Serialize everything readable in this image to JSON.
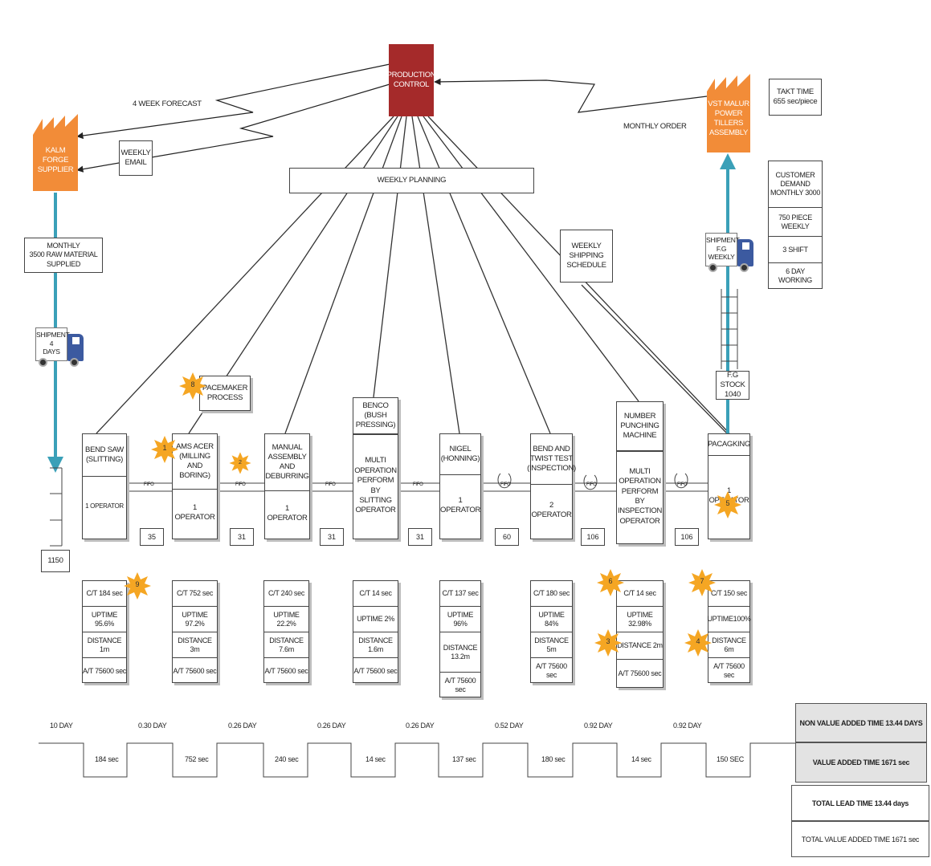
{
  "production_control": {
    "label": "PRODUCTION\nCONTROL",
    "color": "#a52a2a"
  },
  "supplier": {
    "label": "KALM FORGE\nSUPPLIER",
    "color": "#f28c38"
  },
  "customer": {
    "label": "VST MALUR\nPOWER TILLERS\nASSEMBLY",
    "color": "#f28c38"
  },
  "info_flows": {
    "forecast": "4 WEEK FORECAST",
    "weekly_email": "WEEKLY\nEMAIL",
    "monthly_order": "MONTHLY ORDER",
    "weekly_planning": "WEEKLY PLANNING",
    "weekly_shipping": "WEEKLY SHIPPING\nSCHEDULE"
  },
  "takt": {
    "label": "TAKT TIME\n655 sec/piece"
  },
  "customer_data": [
    "CUSTOMER DEMAND\nMONTHLY 3000",
    "750 PIECE WEEKLY",
    "3 SHIFT",
    "6 DAY WORKING"
  ],
  "raw_material": "MONTHLY\n3500 RAW MATERIAL SUPPLIED",
  "shipment_in": "SHIPMENT 4\nDAYS",
  "shipment_out": "SHIPMENT\nF.G WEEKLY",
  "fg_stock": "F.G STOCK\n1040",
  "raw_stock": "1150",
  "pacemaker": "PACEMAKER\nPROCESS",
  "processes": [
    {
      "head": "BEND SAW\n(SLITTING)",
      "body": "1 OPERATOR"
    },
    {
      "head": "AMS ACER\n(MILLING AND\nBORING)",
      "body": "1 OPERATOR"
    },
    {
      "head": "MANUAL\nASSEMBLY AND\nDEBURRING",
      "body": "1 OPERATOR"
    },
    {
      "top": "BENCO\n(BUSH PRESSING)",
      "head": "MULTI\nOPERATION\nPERFORM BY\nSLITTING\nOPERATOR",
      "body": ""
    },
    {
      "head": "NIGEL\n(HONNING)",
      "body": "1 OPERATOR"
    },
    {
      "head": "BEND AND\nTWIST TEST\n(INSPECTION)",
      "body": "2 OPERATOR"
    },
    {
      "top": "NUMBER PUNCHING\nMACHINE",
      "head": "MULTI OPERATION\nPERFORM BY\nINSPECTION\nOPERATOR",
      "body": ""
    },
    {
      "head": "PACAGKING",
      "body": "1 OPERATOR"
    }
  ],
  "flow_labels": [
    "FIFO",
    "FIFO",
    "FIFO",
    "FIFO",
    "FIFO",
    "FIFO",
    "FIFO"
  ],
  "inventories": [
    "35",
    "31",
    "31",
    "31",
    "60",
    "106",
    "106"
  ],
  "data_boxes": [
    [
      "C/T  184 sec",
      "UPTIME  95.6%",
      "DISTANCE 1m",
      "A/T 75600 sec"
    ],
    [
      "C/T  752 sec",
      "UPTIME 97.2%",
      "DISTANCE 3m",
      "A/T 75600 sec"
    ],
    [
      "C/T  240 sec",
      "UPTIME 22.2%",
      "DISTANCE 7.6m",
      "A/T 75600 sec"
    ],
    [
      "C/T  14 sec",
      "UPTIME 2%",
      "DISTANCE 1.6m",
      "A/T 75600 sec"
    ],
    [
      "C/T  137 sec",
      "UPTIME 96%",
      "DISTANCE\n13.2m",
      "A/T 75600  sec"
    ],
    [
      "C/T 180 sec",
      "UPTIME 84%",
      "DISTANCE 5m",
      "A/T 75600 sec"
    ],
    [
      "C/T  14 sec",
      "UPTIME 32.98%",
      "DISTANCE 2m",
      "A/T 75600 sec"
    ],
    [
      "C/T  150 sec",
      "UPTIME100%",
      "DISTANCE 6m",
      "A/T 75600 sec"
    ]
  ],
  "kaizen_bursts": [
    "1",
    "2",
    "3",
    "4",
    "5",
    "6",
    "7",
    "8",
    "9"
  ],
  "timeline": {
    "days": [
      "10 DAY",
      "0.30 DAY",
      "0.26 DAY",
      "0.26 DAY",
      "0.26 DAY",
      "0.52 DAY",
      "0.92 DAY",
      "0.92 DAY"
    ],
    "secs": [
      "184 sec",
      "752 sec",
      "240 sec",
      "14 sec",
      "137 sec",
      "180 sec",
      "14 sec",
      "150 SEC"
    ]
  },
  "summary": {
    "nva": "NON VALUE ADDED TIME  13.44 DAYS",
    "va": "VALUE  ADDED TIME   1671 sec",
    "total_lead": "TOTAL LEAD TIME   13.44 days",
    "total_va": "TOTAL VALUE ADDED TIME 1671 sec"
  }
}
